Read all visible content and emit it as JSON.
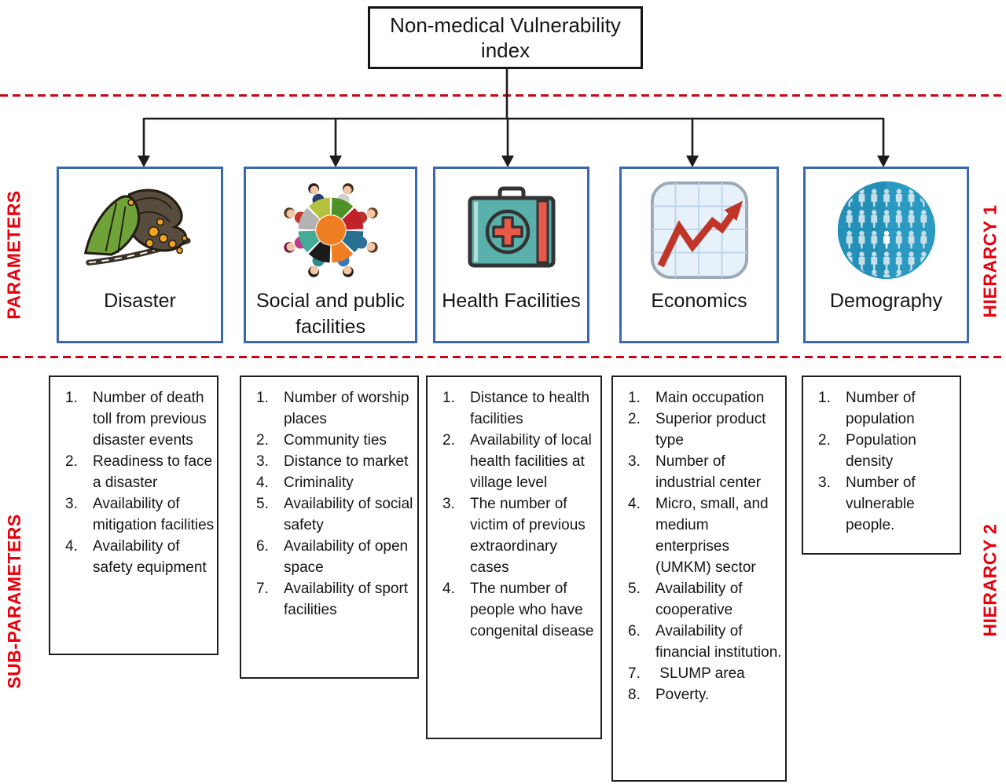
{
  "title": "Non-medical Vulnerability index",
  "hierarchy_labels": {
    "left_top": "PARAMETERS",
    "left_bottom": "SUB-PARAMETERS",
    "right_top": "HIERARCY 1",
    "right_bottom": "HIERARCY 2"
  },
  "colors": {
    "label_red": "#e8000d",
    "dashed_divider_red": "#cb0414",
    "parameter_box_border_blue": "#3a68b0",
    "subparameter_box_border": "#1f1f1f",
    "connector_black": "#1c1c1c"
  },
  "parameters": [
    {
      "label": "Disaster",
      "icon": "landslide-icon",
      "sub_parameters": [
        "Number of death toll from previous disaster events",
        "Readiness to face a disaster",
        "Availability of mitigation facilities",
        "Availability of safety equipment"
      ]
    },
    {
      "label": "Social and public facilities",
      "icon": "community-icon",
      "sub_parameters": [
        "Number of worship places",
        "Community ties",
        "Distance to market",
        "Criminality",
        "Availability of social safety",
        "Availability of open space",
        "Availability of sport facilities"
      ]
    },
    {
      "label": "Health Facilities",
      "icon": "first-aid-kit-icon",
      "sub_parameters": [
        "Distance to health facilities",
        "Availability of local health facilities at village level",
        "The number of victim of previous extraordinary cases",
        "The number of people who have congenital disease"
      ]
    },
    {
      "label": "Economics",
      "icon": "line-chart-icon",
      "sub_parameters": [
        "Main occupation",
        "Superior product type",
        "Number of industrial center",
        "Micro, small, and medium enterprises (UMKM) sector",
        "Availability of cooperative",
        "Availability of financial institution.",
        " SLUMP area",
        "Poverty."
      ]
    },
    {
      "label": "Demography",
      "icon": "population-icon",
      "sub_parameters": [
        "Number of population",
        "Population density",
        "Number of vulnerable people."
      ]
    }
  ]
}
